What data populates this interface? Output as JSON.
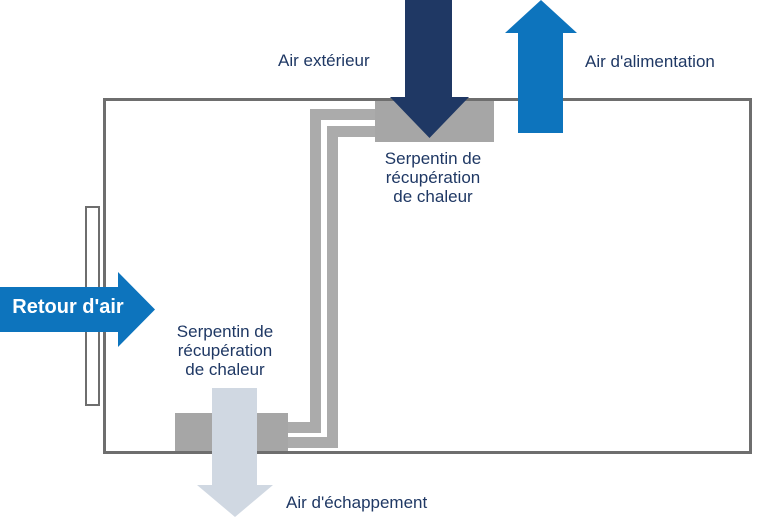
{
  "diagram": {
    "labels": {
      "outside_air": "Air extérieur",
      "supply_air": "Air d'alimentation",
      "return_air": "Retour d'air",
      "exhaust_air": "Air d'échappement",
      "top_heat_recovery_coil": "Serpentin de récupération de chaleur",
      "bottom_heat_recovery_coil": "Serpentin de récupération de chaleur"
    },
    "colors": {
      "outside_air_arrow": "#1F3864",
      "supply_air_arrow": "#0D74BD",
      "return_air_arrow": "#0D74BD",
      "exhaust_air_arrow": "#D0D8E2",
      "coil_fill": "#A6A6A6",
      "pipe": "#ABABAB",
      "enclosure_border": "#6E6E6E",
      "label_text": "#1F3864",
      "return_air_text": "#FFFFFF"
    }
  }
}
